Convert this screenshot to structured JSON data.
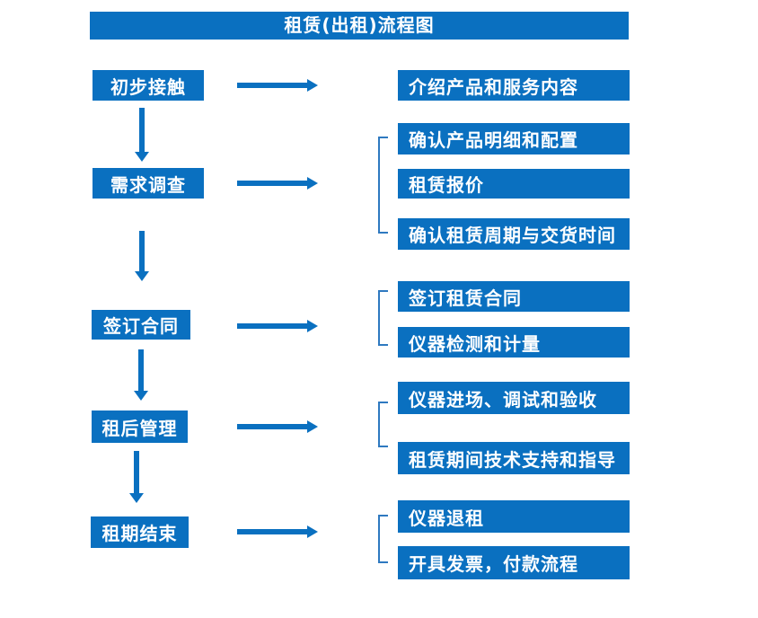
{
  "title": "租赁(出租)流程图",
  "colors": {
    "primary_blue": "#0a70c0",
    "bracket_blue": "#2e79c0",
    "box_text": "#ffffff",
    "background": "#ffffff"
  },
  "groups": [
    {
      "step": "初步接触",
      "details": [
        "介绍产品和服务内容"
      ]
    },
    {
      "step": "需求调查",
      "details": [
        "确认产品明细和配置",
        "租赁报价",
        "确认租赁周期与交货时间"
      ]
    },
    {
      "step": "签订合同",
      "details": [
        "签订租赁合同",
        "仪器检测和计量"
      ]
    },
    {
      "step": "租后管理",
      "details": [
        "仪器进场、调试和验收",
        "租赁期间技术支持和指导"
      ]
    },
    {
      "step": "租期结束",
      "details": [
        "仪器退租",
        "开具发票，付款流程"
      ]
    }
  ]
}
